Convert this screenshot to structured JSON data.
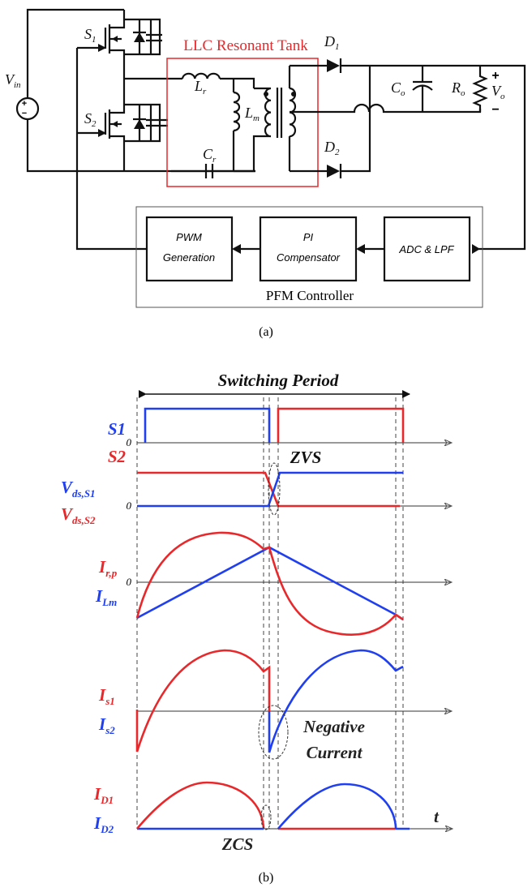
{
  "circuit": {
    "vin": {
      "main": "V",
      "sub": "in"
    },
    "s1": {
      "main": "S",
      "sub": "1"
    },
    "s2": {
      "main": "S",
      "sub": "2"
    },
    "tank_label": "LLC Resonant Tank",
    "lr": {
      "main": "L",
      "sub": "r"
    },
    "lm": {
      "main": "L",
      "sub": "m"
    },
    "cr": {
      "main": "C",
      "sub": "r"
    },
    "d1": {
      "main": "D",
      "sub": "1"
    },
    "d2": {
      "main": "D",
      "sub": "2"
    },
    "co": {
      "main": "C",
      "sub": "o"
    },
    "ro": {
      "main": "R",
      "sub": "o"
    },
    "vo": {
      "main": "V",
      "sub": "o",
      "plus": "+",
      "minus": "−"
    },
    "controller": {
      "label": "PFM Controller",
      "pwm": [
        "PWM",
        "Generation"
      ],
      "pi": [
        "PI",
        "Compensator"
      ],
      "adc": "ADC & LPF"
    },
    "caption": "(a)"
  },
  "waveforms": {
    "title": "Switching Period",
    "zero": "0",
    "s1": "S1",
    "s2": "S2",
    "zvs": "ZVS",
    "vds1": {
      "main": "V",
      "sub": "ds,S1"
    },
    "vds2": {
      "main": "V",
      "sub": "ds,S2"
    },
    "irp": {
      "main": "I",
      "sub": "r,p"
    },
    "ilm": {
      "main": "I",
      "sub": "Lm"
    },
    "is1": {
      "main": "I",
      "sub": "s1"
    },
    "is2": {
      "main": "I",
      "sub": "s2"
    },
    "negative": [
      "Negative",
      "Current"
    ],
    "id1": {
      "main": "I",
      "sub": "D1"
    },
    "id2": {
      "main": "I",
      "sub": "D2"
    },
    "zcs": "ZCS",
    "t": "t",
    "caption": "(b)",
    "colors": {
      "series_a": "#e8282b",
      "series_b": "#1f3ff0"
    }
  }
}
